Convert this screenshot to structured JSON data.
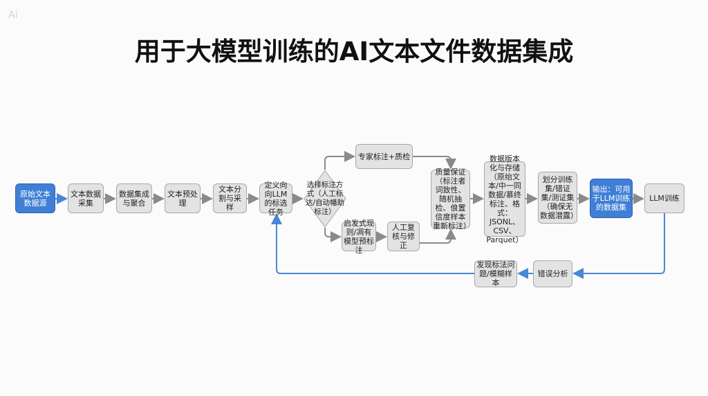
{
  "watermark": "Ai",
  "title": "用于大模型训练的AI文本文件数据集成",
  "nodes": {
    "source": "原始文本数据源",
    "collect": "文本数据采集",
    "integrate": "数据集成与聚合",
    "preprocess": "文本预处理",
    "split": "文本分割与采样",
    "define": "定义向向LLM的标选任务",
    "choose": "选择标注方式（人工标达/自动幡助标注）",
    "expert": "专家标注+质检",
    "heuristic": "启发式现则/凋有模型预标注",
    "review": "人工复核与修正",
    "qa": "质量保证（标注者词致性、随机抽检、俍置信度样本重新标注）",
    "version": "数据版本化与存储（原绐文本/中一同数据/慕终标注、格式：JSONL、CSV、Parquet）",
    "partition": "划分训练集/错证集/测证集（确保无数据潜露）",
    "output": "输出：可用于LLM训练的数据集",
    "train": "LLM训练",
    "error": "错误分析",
    "issues": "发现标法问题/模糊样本"
  },
  "colors": {
    "accent": "#3f7fd6",
    "arrow": "#8a8a8a",
    "feedback": "#4a86d4"
  }
}
